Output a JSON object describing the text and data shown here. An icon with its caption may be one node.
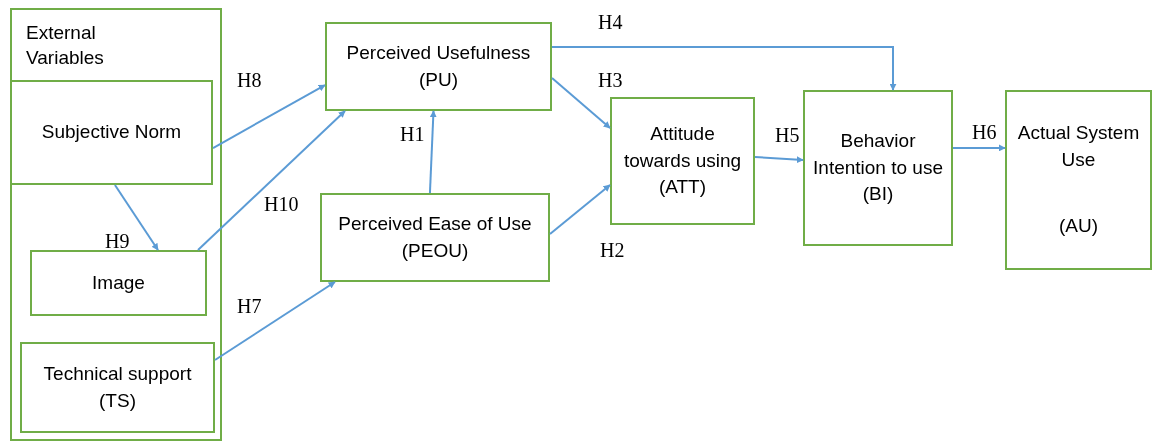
{
  "diagram": {
    "nodes": [
      {
        "text": [
          "External Variables"
        ]
      },
      {
        "text": [
          "Subjective Norm"
        ],
        "in": 0
      },
      {
        "text": [
          "Image"
        ],
        "in": 0
      },
      {
        "text": [
          "Technical support (TS)"
        ],
        "in": 0
      },
      {
        "text": [
          "Perceived Usefulness (PU)"
        ]
      },
      {
        "text": [
          "Perceived Ease of Use (PEOU)"
        ]
      },
      {
        "text": [
          "Attitude towards using (ATT)"
        ]
      },
      {
        "text": [
          "Behavior Intention to use (BI)"
        ]
      },
      {
        "text": [
          "Actual System Use",
          "(AU)"
        ]
      }
    ],
    "edges": [
      {
        "from": 1,
        "to": 4,
        "arrow": "to",
        "label": "H8"
      },
      {
        "from": 2,
        "to": 4,
        "arrow": "to",
        "label": "H10"
      },
      {
        "from": 1,
        "to": 2,
        "arrow": "to",
        "label": "H9"
      },
      {
        "from": 3,
        "to": 5,
        "arrow": "to",
        "label": "H7"
      },
      {
        "from": 5,
        "to": 4,
        "arrow": "to",
        "label": "H1"
      },
      {
        "from": 4,
        "to": 6,
        "arrow": "to",
        "label": "H3"
      },
      {
        "from": 5,
        "to": 6,
        "arrow": "to",
        "label": "H2"
      },
      {
        "from": 4,
        "to": 7,
        "arrow": "to",
        "label": "H4"
      },
      {
        "from": 6,
        "to": 7,
        "arrow": "to",
        "label": "H5"
      },
      {
        "from": 7,
        "to": 8,
        "arrow": "to",
        "label": "H6"
      }
    ]
  }
}
